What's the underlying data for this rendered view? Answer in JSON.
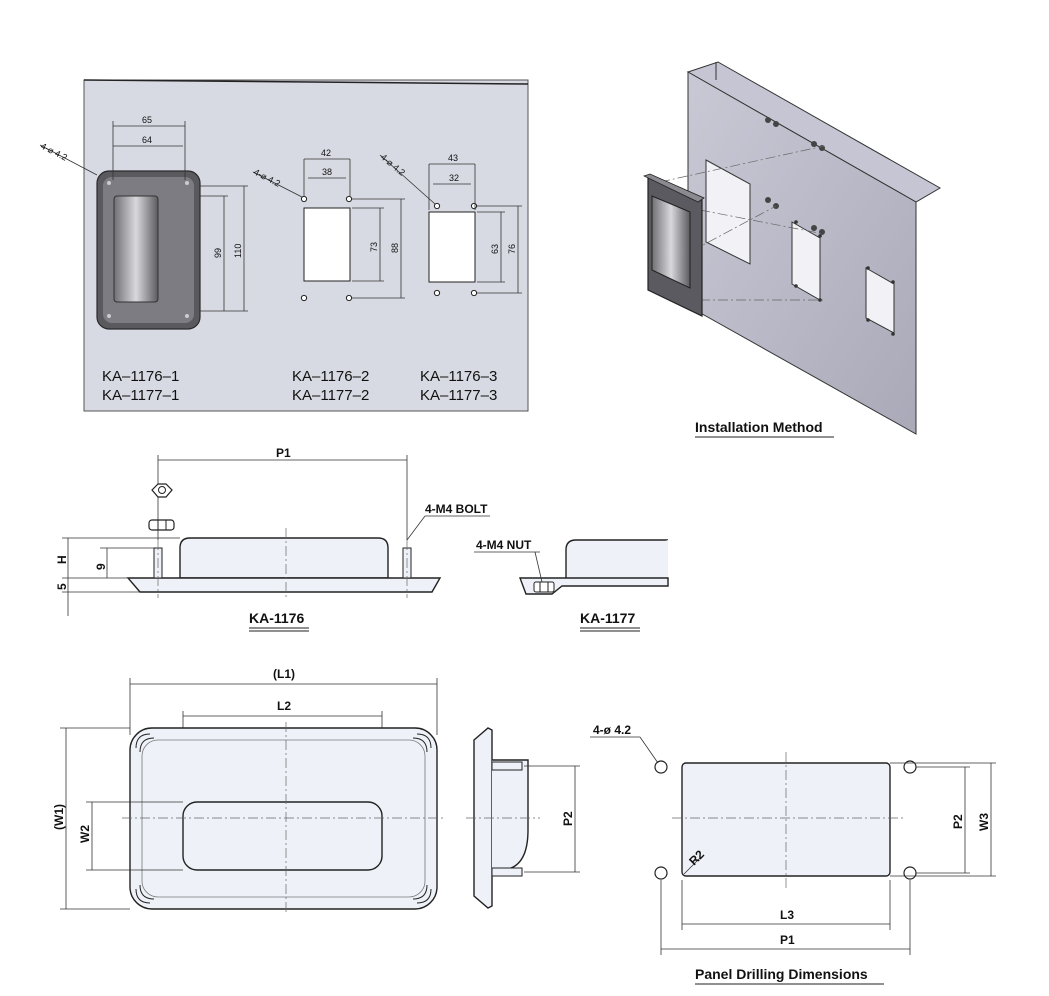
{
  "catalog_panel": {
    "models": {
      "col1": [
        "KA–1176–1",
        "KA–1177–1"
      ],
      "col2": [
        "KA–1176–2",
        "KA–1177–2"
      ],
      "col3": [
        "KA–1176–3",
        "KA–1177–3"
      ]
    },
    "variant1": {
      "holes": "4-⌀ 4.2",
      "outer_width": "65",
      "inner_width": "64",
      "inner_height": "99",
      "outer_height": "110"
    },
    "variant2": {
      "holes": "4-⌀ 4.2",
      "hole_pitch_x": "42",
      "cutout_width": "38",
      "cutout_height": "73",
      "hole_pitch_y": "88"
    },
    "variant3": {
      "holes": "4-⌀ 4.2",
      "hole_pitch_x": "43",
      "cutout_width": "32",
      "cutout_height": "63",
      "hole_pitch_y": "76"
    }
  },
  "installation": {
    "caption": "Installation Method"
  },
  "side_view": {
    "p1": "P1",
    "bolt": "4-M4 BOLT",
    "nut": "4-M4 NUT",
    "h": "H",
    "nine": "9",
    "five": "5",
    "code_a": "KA-1176",
    "code_b": "KA-1177"
  },
  "front_view": {
    "l1": "(L1)",
    "l2": "L2",
    "w1": "(W1)",
    "w2": "W2",
    "p2": "P2"
  },
  "panel_drilling": {
    "holes": "4-ø 4.2",
    "radius": "R2",
    "l3": "L3",
    "p1": "P1",
    "p2": "P2",
    "w3": "W3",
    "caption": "Panel Drilling Dimensions"
  },
  "colors": {
    "panel_bg": "#d8dae3",
    "body_fill": "#eef2f8",
    "sheet": "#b9b9c9"
  }
}
